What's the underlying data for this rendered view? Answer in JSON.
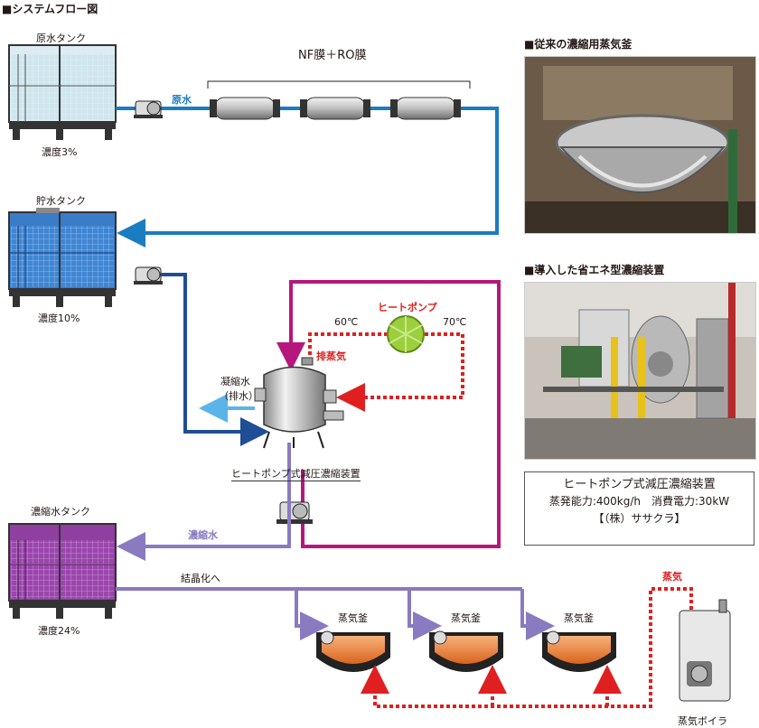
{
  "title": "■システムフロー図",
  "tanks": {
    "raw": {
      "label": "原水タンク",
      "concentration": "濃度3%"
    },
    "storage": {
      "label": "貯水タンク",
      "concentration": "濃度10%"
    },
    "concentrate": {
      "label": "濃縮水タンク",
      "concentration": "濃度24%"
    }
  },
  "membrane_label": "NF膜＋RO膜",
  "flows": {
    "raw_water": "原水",
    "concentrated_water": "濃縮水",
    "to_crystallization": "結晶化へ",
    "condensate": "凝縮水",
    "drain": "（排水）",
    "exhaust_steam": "排蒸気",
    "steam": "蒸気"
  },
  "heat_pump": {
    "label": "ヒートポンプ",
    "temp_in": "60℃",
    "temp_out": "70℃"
  },
  "concentrator_label": "ヒートポンプ式減圧濃縮装置",
  "kettles": [
    "蒸気釜",
    "蒸気釜",
    "蒸気釜"
  ],
  "boiler_label": "蒸気ボイラ",
  "photos": {
    "conventional_title": "■従来の濃縮用蒸気釜",
    "new_title": "■導入した省エネ型濃縮装置"
  },
  "spec_box": {
    "title": "ヒートポンプ式減圧濃縮装置",
    "specs": "蒸発能力:400kg/h　消費電力:30kW",
    "maker": "【（株）ササクラ】"
  },
  "colors": {
    "raw_blue": "#1a7cc1",
    "storage_navy": "#1f4e96",
    "concentrate_purple": "#8a7ac0",
    "magenta": "#b5177d",
    "steam_red": "#e02020",
    "condensate_lightblue": "#5bb4e8"
  }
}
